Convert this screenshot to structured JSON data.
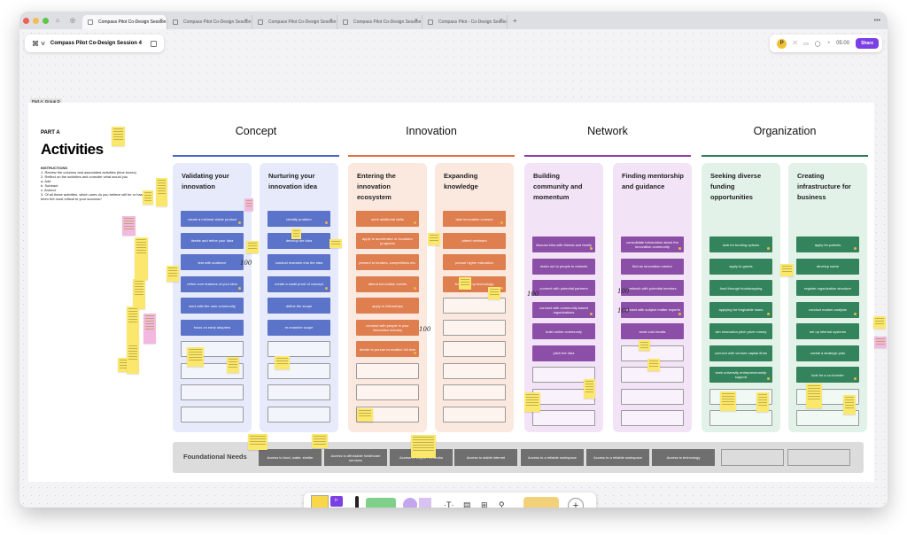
{
  "tabs": [
    {
      "label": "Compass Pilot Co-Design Session 4",
      "active": true
    },
    {
      "label": "Compass Pilot Co-Design Session 6"
    },
    {
      "label": "Compass Pilot Co-Design Session 7"
    },
    {
      "label": "Compass Pilot Co-Design Session 8"
    },
    {
      "label": "Compass Pilot - Co-Design Session 5"
    }
  ],
  "doc": {
    "title": "Compass Pilot Co-Design Session 4"
  },
  "toolbar": {
    "avatar": "P",
    "timer": "05:00",
    "share": "Share"
  },
  "frame": {
    "label": "Part A: Group D"
  },
  "intro": {
    "part": "PART A",
    "title": "Activities",
    "heading": "INSTRUCTIONS",
    "lines": [
      "1.  Review the columns and associated activities (blue boxes)",
      "2.  Reflect on the activities and consider what would you",
      "      a.  Add",
      "      b.  Subtract",
      "      c.  Amend",
      "3.  Of all these activities, which ones do you believe will be or has",
      "     been the most critical to your success?"
    ]
  },
  "categories": [
    {
      "name": "Concept",
      "color": "#4a67c9"
    },
    {
      "name": "Innovation",
      "color": "#e0713f"
    },
    {
      "name": "Network",
      "color": "#8a3fa5"
    },
    {
      "name": "Organization",
      "color": "#2e7d55"
    }
  ],
  "columns": [
    {
      "title": "Validating your innovation",
      "bg": "#e6eafa",
      "card": "#5b73c9",
      "cards": [
        "create a minimal viable product",
        "iterate and refine your idea",
        "test with audience",
        "refine core features of your idea",
        "work with the user community",
        "focus on early adopters"
      ],
      "empty": 4
    },
    {
      "title": "Nurturing your innovation idea",
      "bg": "#e6eafa",
      "card": "#5b73c9",
      "cards": [
        "identify problem",
        "develop the idea",
        "conduct research into the idea",
        "create a small proof of concept",
        "define the scope",
        "re-examine scope"
      ],
      "empty": 4
    },
    {
      "title": "Entering the innovation ecosystem",
      "bg": "#fbe9e0",
      "card": "#df7e4f",
      "cards": [
        "seek additional skills",
        "apply to accelerator or incubator programs",
        "present to funders, competitions etc.",
        "attend innovation events",
        "apply to fellowships",
        "connect with people in your innovation industry",
        "decide to pursue innovation full time"
      ],
      "empty": 3
    },
    {
      "title": "Expanding knowledge",
      "bg": "#fbe9e0",
      "card": "#df7e4f",
      "cards": [
        "take innovation courses",
        "attend webinars",
        "pursue higher education",
        "learn start up technology"
      ],
      "empty": 6
    },
    {
      "title": "Building community and momentum",
      "bg": "#f3e3f6",
      "card": "#8c4fa8",
      "cards": [
        "discuss idea with friends and family",
        "reach out to people in network",
        "connect with potential partners",
        "connect with community based organizations",
        "build online community",
        "pitch the idea"
      ],
      "empty": 4
    },
    {
      "title": "Finding mentorship and guidance",
      "bg": "#f3e3f6",
      "card": "#8c4fa8",
      "cards": [
        "consolidate information about the innovation community",
        "find an innovation mentor",
        "network with potential mentors",
        "connect with subject matter experts",
        "send cold emails"
      ],
      "empty": 5
    },
    {
      "title": "Seeking diverse funding opportunities",
      "bg": "#e2f2e8",
      "card": "#33845c",
      "cards": [
        "look for funding options",
        "apply to grants",
        "fund through bootstrapping",
        "applying for forgivable loans",
        "win innovation pitch prize money",
        "connect with venture capital firms",
        "seek university entrepreneurship support"
      ],
      "empty": 3
    },
    {
      "title": "Creating infrastructure for business",
      "bg": "#e2f2e8",
      "card": "#33845c",
      "cards": [
        "apply for patents",
        "develop name",
        "register organization structure",
        "conduct market analysis",
        "set up internal systems",
        "create a strategic plan",
        "look for a co-founder"
      ],
      "empty": 3
    }
  ],
  "foundational": {
    "label": "Foundational Needs",
    "items": [
      "Access to food, water, shelter",
      "Access to affordable healthcare services",
      "Access to support networks",
      "Access to stable internet",
      "Access to a reliable workspace",
      "Access to a reliable workspace",
      "Access to technology"
    ]
  },
  "handwritten": [
    "100",
    "100",
    "100",
    "100",
    "100"
  ],
  "zoom": "—  +",
  "help": "?"
}
